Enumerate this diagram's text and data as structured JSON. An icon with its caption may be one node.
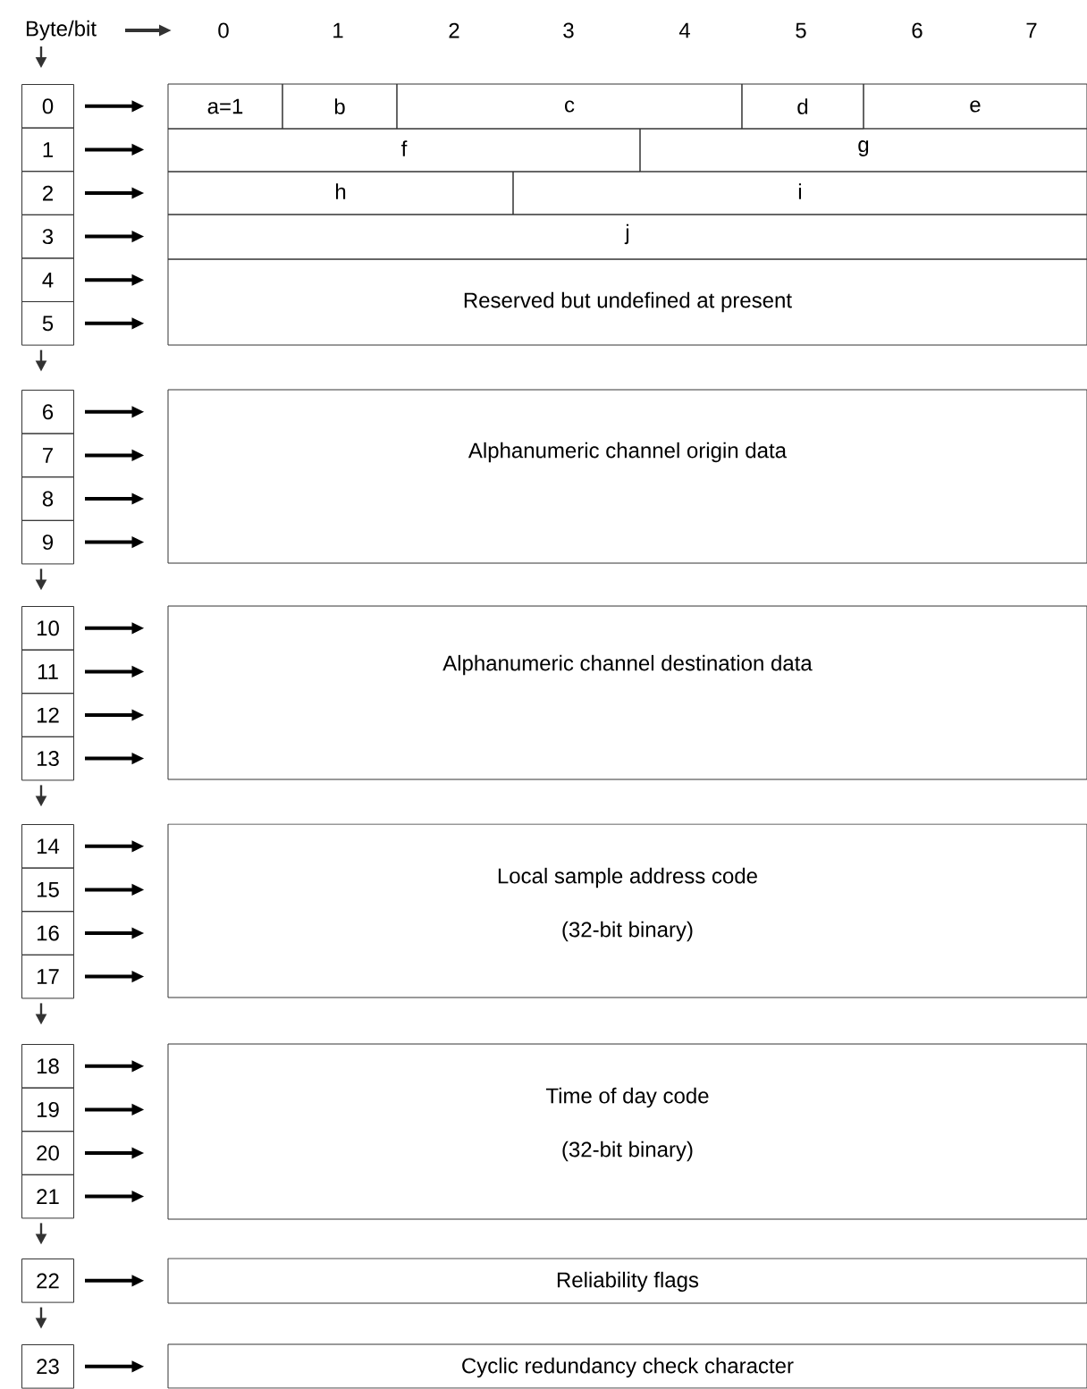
{
  "diagram": {
    "nodes": [
      {
        "text": [
          "0"
        ]
      },
      {
        "text": [
          "1"
        ]
      },
      {
        "text": [
          "2"
        ]
      },
      {
        "text": [
          "3"
        ]
      },
      {
        "text": [
          "4"
        ]
      },
      {
        "text": [
          "5"
        ]
      },
      {
        "text": [
          "6"
        ]
      },
      {
        "text": [
          "7"
        ]
      },
      {
        "text": [
          "8"
        ]
      },
      {
        "text": [
          "9"
        ]
      },
      {
        "text": [
          "10"
        ]
      },
      {
        "text": [
          "11"
        ]
      },
      {
        "text": [
          "12"
        ]
      },
      {
        "text": [
          "13"
        ]
      },
      {
        "text": [
          "14"
        ]
      },
      {
        "text": [
          "15"
        ]
      },
      {
        "text": [
          "16"
        ]
      },
      {
        "text": [
          "17"
        ]
      },
      {
        "text": [
          "18"
        ]
      },
      {
        "text": [
          "19"
        ]
      },
      {
        "text": [
          "20"
        ]
      },
      {
        "text": [
          "21"
        ]
      },
      {
        "text": [
          "22"
        ]
      },
      {
        "text": [
          "23"
        ]
      },
      {
        "text": [
          "a=1"
        ]
      },
      {
        "text": [
          "b"
        ]
      },
      {
        "text": [
          "c"
        ]
      },
      {
        "text": [
          "d"
        ]
      },
      {
        "text": [
          "e"
        ]
      },
      {
        "text": [
          "f"
        ]
      },
      {
        "text": [
          "g"
        ]
      },
      {
        "text": [
          "h"
        ]
      },
      {
        "text": [
          "i"
        ]
      },
      {
        "text": [
          "j"
        ]
      },
      {
        "text": [
          "Reserved but undefined at present"
        ]
      },
      {
        "text": [
          "Alphanumeric channel origin data"
        ]
      },
      {
        "text": [
          "Alphanumeric channel destination data"
        ]
      },
      {
        "text": [
          "Local sample address code",
          "(32-bit binary)"
        ]
      },
      {
        "text": [
          "Time of day code",
          "(32-bit binary)"
        ]
      },
      {
        "text": [
          "Reliability flags"
        ]
      },
      {
        "text": [
          "Cyclic redundancy check character"
        ]
      }
    ],
    "edges": [
      {
        "from": 0,
        "to": 24,
        "arrow": "to"
      },
      {
        "from": 1,
        "to": 29,
        "arrow": "to"
      },
      {
        "from": 2,
        "to": 31,
        "arrow": "to"
      },
      {
        "from": 3,
        "to": 33,
        "arrow": "to"
      },
      {
        "from": 4,
        "to": 34,
        "arrow": "to"
      },
      {
        "from": 5,
        "to": 34,
        "arrow": "to"
      },
      {
        "from": 6,
        "to": 35,
        "arrow": "to"
      },
      {
        "from": 7,
        "to": 35,
        "arrow": "to"
      },
      {
        "from": 8,
        "to": 35,
        "arrow": "to"
      },
      {
        "from": 9,
        "to": 35,
        "arrow": "to"
      },
      {
        "from": 10,
        "to": 36,
        "arrow": "to"
      },
      {
        "from": 11,
        "to": 36,
        "arrow": "to"
      },
      {
        "from": 12,
        "to": 36,
        "arrow": "to"
      },
      {
        "from": 13,
        "to": 36,
        "arrow": "to"
      },
      {
        "from": 14,
        "to": 37,
        "arrow": "to"
      },
      {
        "from": 15,
        "to": 37,
        "arrow": "to"
      },
      {
        "from": 16,
        "to": 37,
        "arrow": "to"
      },
      {
        "from": 17,
        "to": 37,
        "arrow": "to"
      },
      {
        "from": 18,
        "to": 38,
        "arrow": "to"
      },
      {
        "from": 19,
        "to": 38,
        "arrow": "to"
      },
      {
        "from": 20,
        "to": 38,
        "arrow": "to"
      },
      {
        "from": 21,
        "to": 38,
        "arrow": "to"
      },
      {
        "from": 22,
        "to": 39,
        "arrow": "to"
      },
      {
        "from": 23,
        "to": 40,
        "arrow": "to"
      }
    ],
    "labels": [
      "Byte/bit",
      "0",
      "1",
      "2",
      "3",
      "4",
      "5",
      "6",
      "7"
    ]
  }
}
